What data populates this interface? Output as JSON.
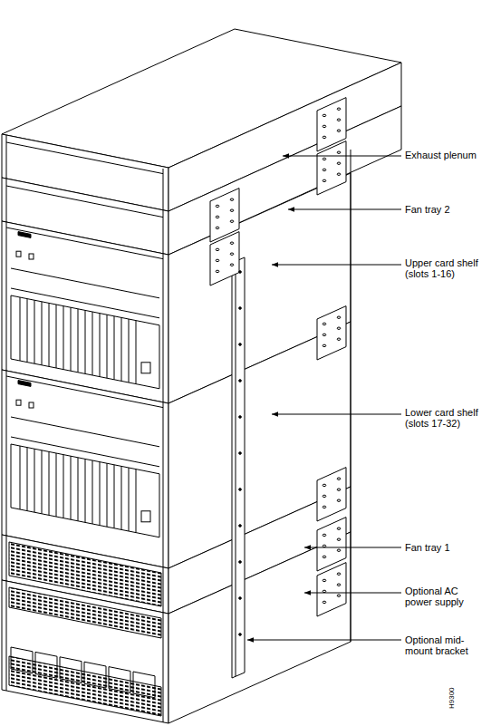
{
  "diagram": {
    "labels": [
      "Exhaust plenum",
      "Fan tray 2",
      "Upper card shelf (slots 1-16)",
      "Lower card shelf (slots 17-32)",
      "Fan tray 1",
      "Optional AC power supply",
      "Optional mid-mount bracket",
      "H9300"
    ]
  }
}
